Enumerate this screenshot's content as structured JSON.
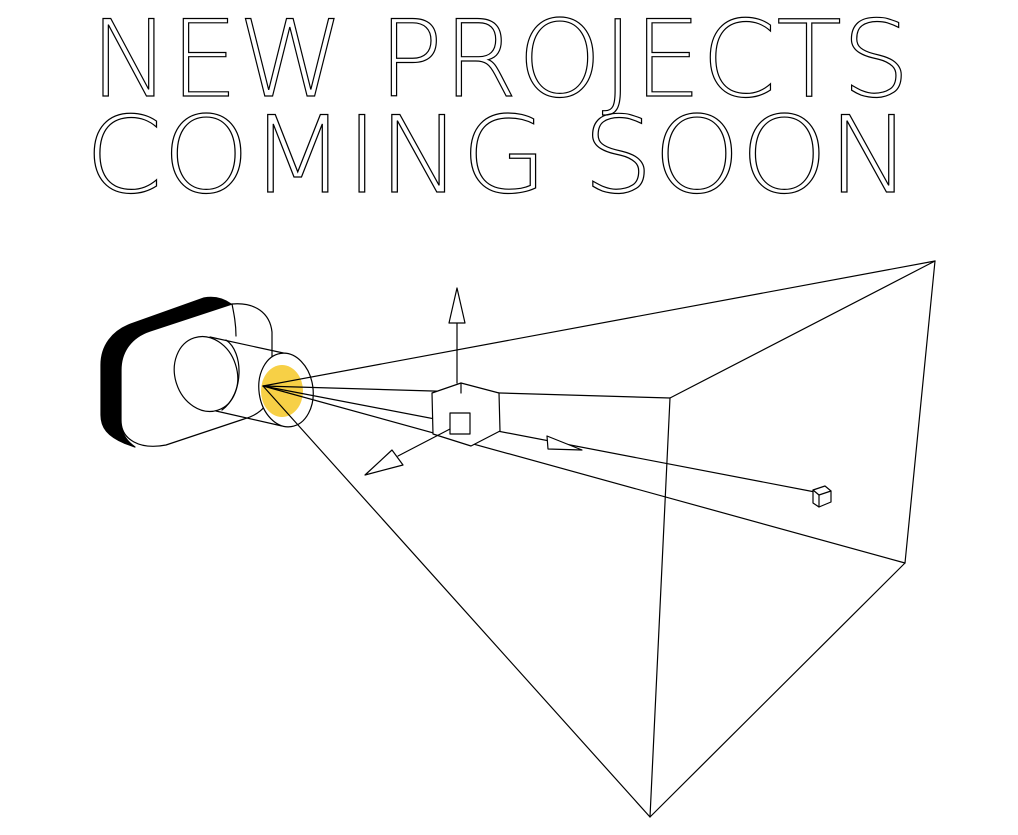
{
  "headline": {
    "line1": "NEW PROJECTS",
    "line2": "COMING SOON"
  },
  "illustration": {
    "icon": "camera-frustum-illustration",
    "accent_color": "#f7d046",
    "line_color": "#000000",
    "background_color": "#ffffff"
  }
}
